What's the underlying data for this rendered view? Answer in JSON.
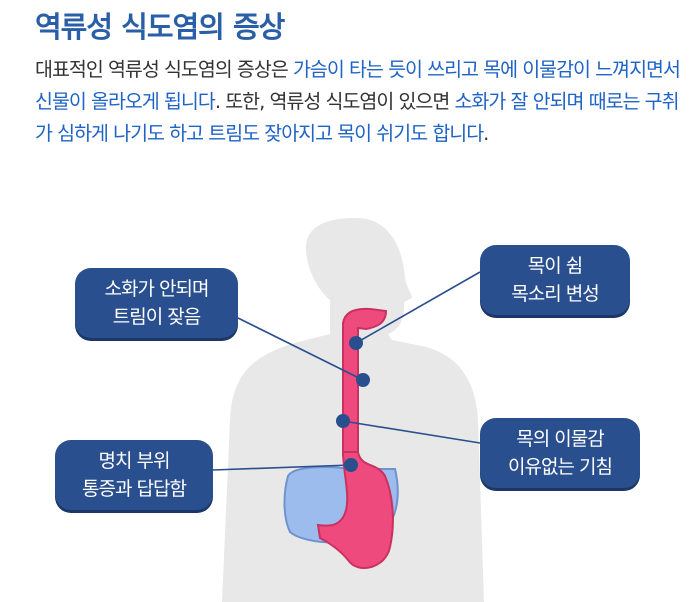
{
  "title": "역류성 식도염의 증상",
  "description": [
    {
      "text": "대표적인 역류성 식도염의 증상은 ",
      "highlight": false
    },
    {
      "text": "가슴이 타는 듯이 쓰리고 목에 이물감이 느껴지면서 신물이 올라오게 됩니다",
      "highlight": true
    },
    {
      "text": ". 또한, 역류성 식도염이 있으면 ",
      "highlight": false
    },
    {
      "text": "소화가 잘 안되며 때로는 구취가 심하게 나기도 하고 트림도 잦아지고 목이 쉬기도 합니다",
      "highlight": true
    },
    {
      "text": ".",
      "highlight": false
    }
  ],
  "callouts": {
    "hoarse_voice": {
      "line1": "목이 쉼",
      "line2": "목소리 변성"
    },
    "indigestion": {
      "line1": "소화가 안되며",
      "line2": "트림이 잦음"
    },
    "throat_lump": {
      "line1": "목의 이물감",
      "line2": "이유없는 기침"
    },
    "chest_pain": {
      "line1": "명치 부위",
      "line2": "통증과 답답함"
    }
  },
  "colors": {
    "title": "#2a5fa8",
    "highlight": "#1f63c6",
    "callout_bg": "#2a4f8e",
    "body_silhouette": "#e8e8e8",
    "esophagus": "#ef4a7d",
    "liver": "#9dbcee",
    "marker_dot": "#2a4f8e"
  }
}
